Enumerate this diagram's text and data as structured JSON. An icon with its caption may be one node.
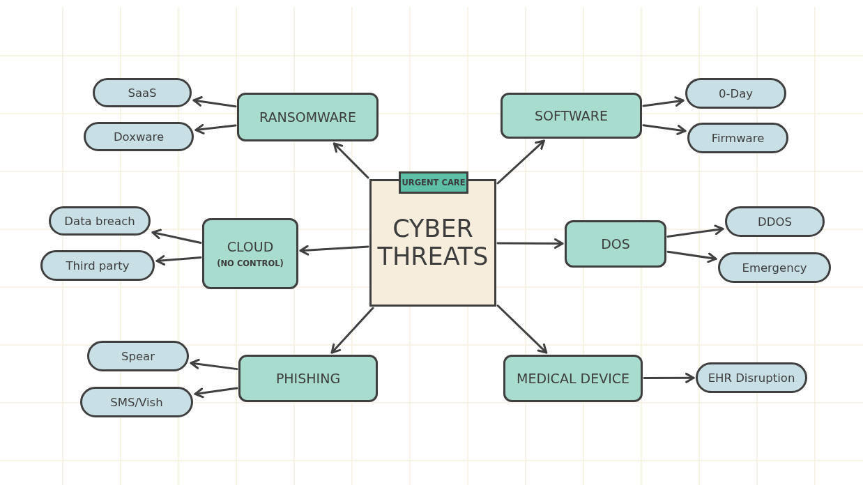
{
  "diagram": {
    "nodes": [
      {
        "text": [
          "URGENT CARE",
          "CYBER THREATS"
        ]
      },
      {
        "text": [
          "RANSOMWARE"
        ]
      },
      {
        "text": [
          "SaaS"
        ]
      },
      {
        "text": [
          "Doxware"
        ]
      },
      {
        "text": [
          "SOFTWARE"
        ]
      },
      {
        "text": [
          "0-Day"
        ]
      },
      {
        "text": [
          "Firmware"
        ]
      },
      {
        "text": [
          "CLOUD",
          "(NO CONTROL)"
        ]
      },
      {
        "text": [
          "Data breach"
        ]
      },
      {
        "text": [
          "Third party"
        ]
      },
      {
        "text": [
          "DOS"
        ]
      },
      {
        "text": [
          "DDOS"
        ]
      },
      {
        "text": [
          "Emergency"
        ]
      },
      {
        "text": [
          "PHISHING"
        ]
      },
      {
        "text": [
          "Spear"
        ]
      },
      {
        "text": [
          "SMS/Vish"
        ]
      },
      {
        "text": [
          "MEDICAL DEVICE"
        ]
      },
      {
        "text": [
          "EHR Disruption"
        ]
      }
    ],
    "edges": [
      {
        "from": 0,
        "to": 1,
        "arrow": "to"
      },
      {
        "from": 1,
        "to": 2,
        "arrow": "to"
      },
      {
        "from": 1,
        "to": 3,
        "arrow": "to"
      },
      {
        "from": 0,
        "to": 4,
        "arrow": "to"
      },
      {
        "from": 4,
        "to": 5,
        "arrow": "to"
      },
      {
        "from": 4,
        "to": 6,
        "arrow": "to"
      },
      {
        "from": 0,
        "to": 7,
        "arrow": "to"
      },
      {
        "from": 7,
        "to": 8,
        "arrow": "to"
      },
      {
        "from": 7,
        "to": 9,
        "arrow": "to"
      },
      {
        "from": 0,
        "to": 10,
        "arrow": "to"
      },
      {
        "from": 10,
        "to": 11,
        "arrow": "to"
      },
      {
        "from": 10,
        "to": 12,
        "arrow": "to"
      },
      {
        "from": 0,
        "to": 13,
        "arrow": "to"
      },
      {
        "from": 13,
        "to": 14,
        "arrow": "to"
      },
      {
        "from": 13,
        "to": 15,
        "arrow": "to"
      },
      {
        "from": 0,
        "to": 16,
        "arrow": "to"
      },
      {
        "from": 16,
        "to": 17,
        "arrow": "to"
      }
    ]
  }
}
